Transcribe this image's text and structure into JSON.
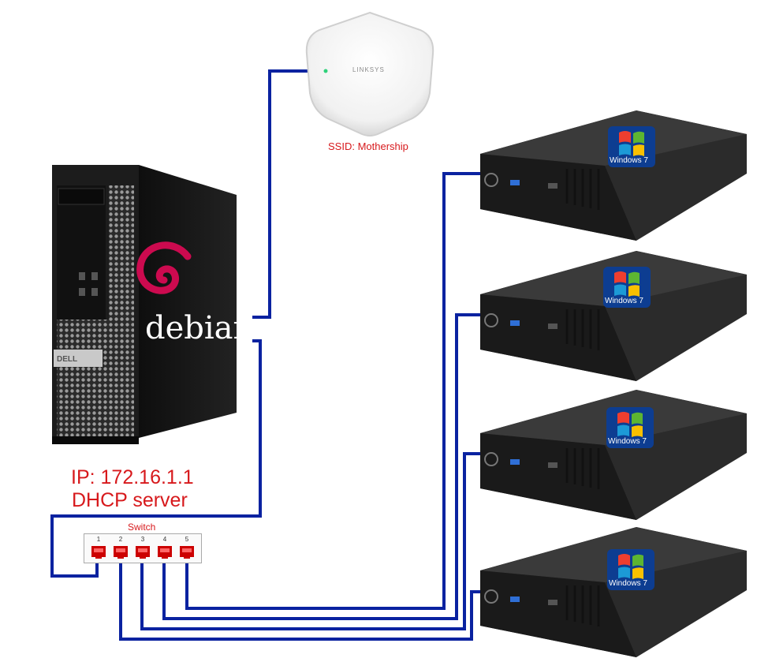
{
  "access_point": {
    "brand": "LINKSYS",
    "ssid_label": "SSID: Mothership",
    "led_color": "#2fd17a"
  },
  "server": {
    "brand_badge": "DELL",
    "os_name": "debian",
    "ip_label": "IP: 172.16.1.1",
    "role_label": "DHCP server"
  },
  "switch": {
    "title": "Switch",
    "ports": [
      "1",
      "2",
      "3",
      "4",
      "5"
    ]
  },
  "clients": [
    {
      "os_label": "Windows 7"
    },
    {
      "os_label": "Windows 7"
    },
    {
      "os_label": "Windows 7"
    },
    {
      "os_label": "Windows 7"
    }
  ],
  "colors": {
    "cable": "#0a22a0",
    "label": "#d7191c",
    "port": "#cc0000",
    "debian": "#cc0a4f"
  }
}
